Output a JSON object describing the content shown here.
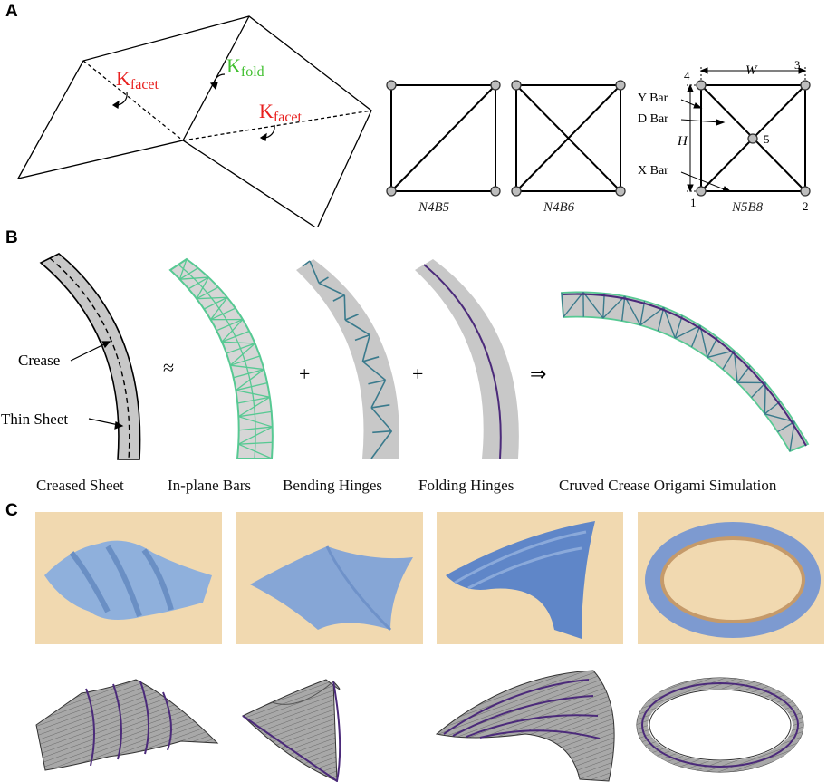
{
  "panels": {
    "a": "A",
    "b": "B",
    "c": "C"
  },
  "panel_a": {
    "k_facet": "K",
    "k_facet_sub": "facet",
    "k_fold": "K",
    "k_fold_sub": "fold",
    "mesh_labels": [
      "N4B5",
      "N4B6",
      "N5B8"
    ],
    "n5b8": {
      "node_labels": [
        "1",
        "2",
        "3",
        "4",
        "5"
      ],
      "width_label": "W",
      "height_label": "H",
      "bar_labels": [
        "Y Bar",
        "D Bar",
        "X Bar"
      ]
    },
    "colors": {
      "k_facet": "#e8201f",
      "k_fold": "#3fbf2e"
    }
  },
  "panel_b": {
    "crease_label": "Crease",
    "thin_sheet_label": "Thin Sheet",
    "operators": [
      "≈",
      "+",
      "+",
      "⇒"
    ],
    "captions": [
      "Creased Sheet",
      "In-plane Bars",
      "Bending Hinges",
      "Folding Hinges",
      "Cruved Crease Origami Simulation"
    ],
    "colors": {
      "bars": "#57c993",
      "hinges": "#3a7a8c",
      "fold": "#4b2a7a",
      "sheet": "#c8c8c8"
    }
  }
}
